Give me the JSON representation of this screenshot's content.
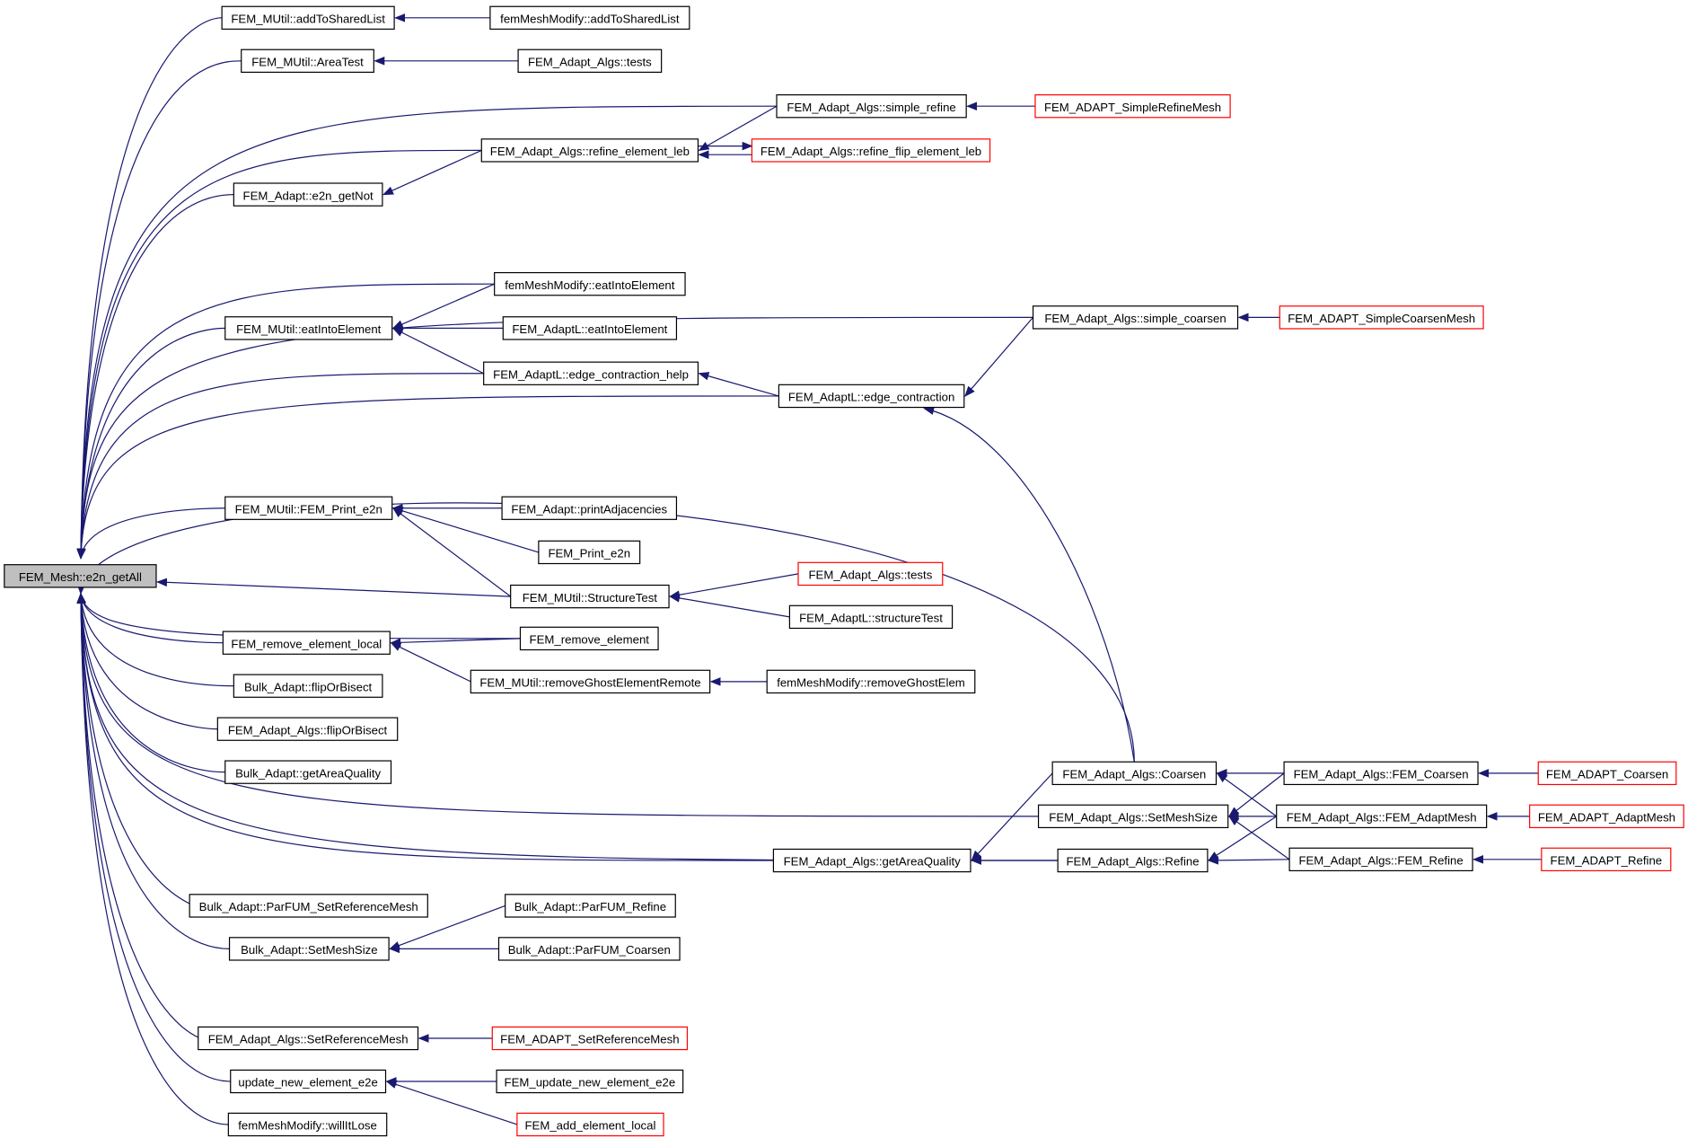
{
  "nodes": [
    {
      "label": "FEM_Mesh::e2n_getAll",
      "style": "root"
    },
    {
      "label": "FEM_MUtil::addToSharedList",
      "style": "normal"
    },
    {
      "label": "femMeshModify::addToSharedList",
      "style": "normal"
    },
    {
      "label": "FEM_MUtil::AreaTest",
      "style": "normal"
    },
    {
      "label": "FEM_Adapt_Algs::tests",
      "style": "normal"
    },
    {
      "label": "FEM_Adapt_Algs::simple_refine",
      "style": "normal"
    },
    {
      "label": "FEM_ADAPT_SimpleRefineMesh",
      "style": "red"
    },
    {
      "label": "FEM_Adapt_Algs::refine_element_leb",
      "style": "normal"
    },
    {
      "label": "FEM_Adapt_Algs::refine_flip_element_leb",
      "style": "red"
    },
    {
      "label": "FEM_Adapt::e2n_getNot",
      "style": "normal"
    },
    {
      "label": "femMeshModify::eatIntoElement",
      "style": "normal"
    },
    {
      "label": "FEM_MUtil::eatIntoElement",
      "style": "normal"
    },
    {
      "label": "FEM_AdaptL::eatIntoElement",
      "style": "normal"
    },
    {
      "label": "FEM_Adapt_Algs::simple_coarsen",
      "style": "normal"
    },
    {
      "label": "FEM_ADAPT_SimpleCoarsenMesh",
      "style": "red"
    },
    {
      "label": "FEM_AdaptL::edge_contraction_help",
      "style": "normal"
    },
    {
      "label": "FEM_AdaptL::edge_contraction",
      "style": "normal"
    },
    {
      "label": "FEM_MUtil::FEM_Print_e2n",
      "style": "normal"
    },
    {
      "label": "FEM_Adapt::printAdjacencies",
      "style": "normal"
    },
    {
      "label": "FEM_Print_e2n",
      "style": "normal"
    },
    {
      "label": "FEM_Adapt_Algs::tests",
      "style": "red"
    },
    {
      "label": "FEM_MUtil::StructureTest",
      "style": "normal"
    },
    {
      "label": "FEM_AdaptL::structureTest",
      "style": "normal"
    },
    {
      "label": "FEM_remove_element_local",
      "style": "normal"
    },
    {
      "label": "FEM_remove_element",
      "style": "normal"
    },
    {
      "label": "FEM_MUtil::removeGhostElementRemote",
      "style": "normal"
    },
    {
      "label": "femMeshModify::removeGhostElem",
      "style": "normal"
    },
    {
      "label": "Bulk_Adapt::flipOrBisect",
      "style": "normal"
    },
    {
      "label": "FEM_Adapt_Algs::flipOrBisect",
      "style": "normal"
    },
    {
      "label": "Bulk_Adapt::getAreaQuality",
      "style": "normal"
    },
    {
      "label": "FEM_Adapt_Algs::Coarsen",
      "style": "normal"
    },
    {
      "label": "FEM_Adapt_Algs::FEM_Coarsen",
      "style": "normal"
    },
    {
      "label": "FEM_ADAPT_Coarsen",
      "style": "red"
    },
    {
      "label": "FEM_Adapt_Algs::SetMeshSize",
      "style": "normal"
    },
    {
      "label": "FEM_Adapt_Algs::FEM_AdaptMesh",
      "style": "normal"
    },
    {
      "label": "FEM_ADAPT_AdaptMesh",
      "style": "red"
    },
    {
      "label": "FEM_Adapt_Algs::getAreaQuality",
      "style": "normal"
    },
    {
      "label": "FEM_Adapt_Algs::Refine",
      "style": "normal"
    },
    {
      "label": "FEM_Adapt_Algs::FEM_Refine",
      "style": "normal"
    },
    {
      "label": "FEM_ADAPT_Refine",
      "style": "red"
    },
    {
      "label": "Bulk_Adapt::ParFUM_SetReferenceMesh",
      "style": "normal"
    },
    {
      "label": "Bulk_Adapt::ParFUM_Refine",
      "style": "normal"
    },
    {
      "label": "Bulk_Adapt::SetMeshSize",
      "style": "normal"
    },
    {
      "label": "Bulk_Adapt::ParFUM_Coarsen",
      "style": "normal"
    },
    {
      "label": "FEM_Adapt_Algs::SetReferenceMesh",
      "style": "normal"
    },
    {
      "label": "FEM_ADAPT_SetReferenceMesh",
      "style": "red"
    },
    {
      "label": "update_new_element_e2e",
      "style": "normal"
    },
    {
      "label": "FEM_update_new_element_e2e",
      "style": "normal"
    },
    {
      "label": "femMeshModify::willItLose",
      "style": "normal"
    },
    {
      "label": "FEM_add_element_local",
      "style": "red"
    }
  ],
  "colors": {
    "edge": "#191970",
    "red_border": "#ff0000",
    "root_fill": "#bfbfbf"
  }
}
